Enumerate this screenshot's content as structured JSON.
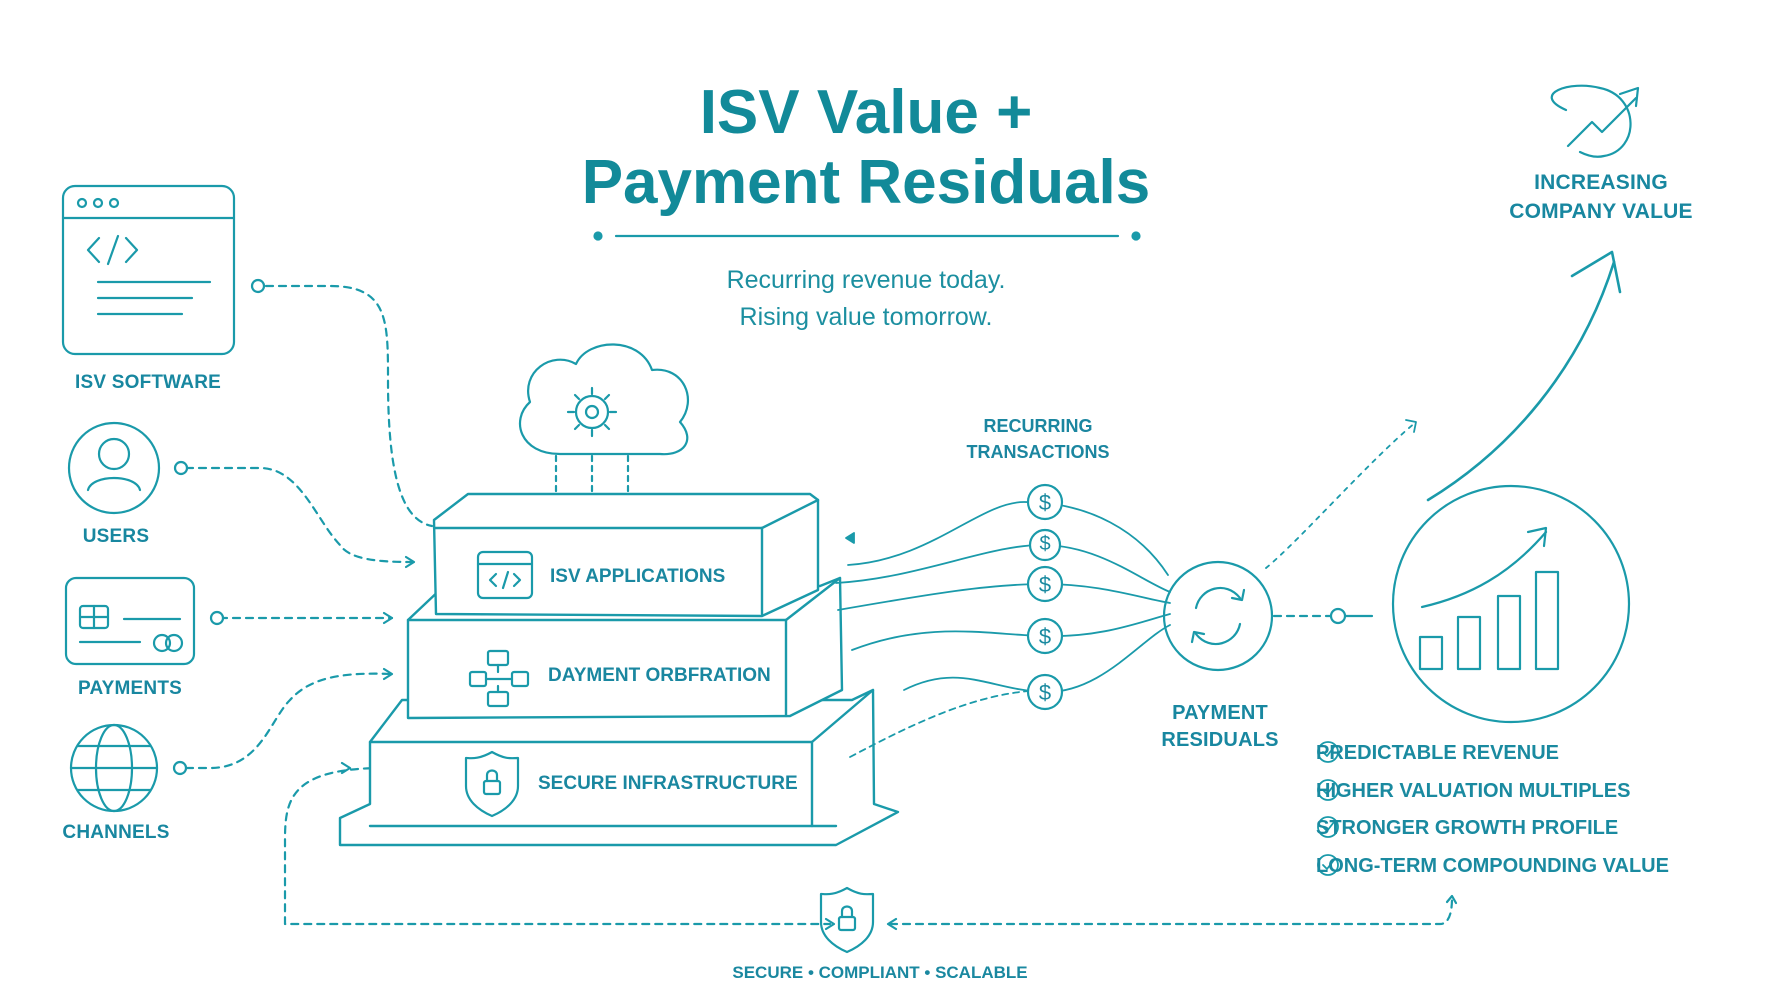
{
  "header": {
    "title_line1": "ISV Value +",
    "title_line2": "Payment Residuals",
    "subtitle_line1": "Recurring revenue today.",
    "subtitle_line2": "Rising value tomorrow."
  },
  "inputs": [
    {
      "label": "ISV SOFTWARE",
      "icon": "code-window-icon"
    },
    {
      "label": "USERS",
      "icon": "user-icon"
    },
    {
      "label": "PAYMENTS",
      "icon": "credit-card-icon"
    },
    {
      "label": "CHANNELS",
      "icon": "globe-icon"
    }
  ],
  "stack": {
    "top": {
      "label": "ISV APPLICATIONS",
      "icon": "code-window-icon"
    },
    "middle": {
      "label": "DAYMENT ORBFRATION",
      "icon": "flowchart-icon"
    },
    "bottom": {
      "label": "SECURE INFRASTRUCTURE",
      "icon": "shield-lock-icon"
    },
    "cloud_icon": "cloud-gear-icon"
  },
  "flow": {
    "transactions_line1": "RECURRING",
    "transactions_line2": "TRANSACTIONS",
    "residuals_line1": "PAYMENT",
    "residuals_line2": "RESIDUALS",
    "coin_symbol": "$"
  },
  "outcome": {
    "value_line1": "INCREASING",
    "value_line2": "COMPANY VALUE",
    "benefits": [
      "PREDICTABLE REVENUE",
      "HIGHER VALUATION MULTIPLES",
      "STRONGER GROWTH PROFILE",
      "LONG-TERM COMPOUNDING VALUE"
    ]
  },
  "footer": {
    "text": "SECURE • COMPLIANT • SCALABLE",
    "icon": "shield-lock-icon"
  },
  "colors": {
    "accent": "#1a9aaa",
    "title": "#128a99",
    "background": "#ffffff"
  }
}
